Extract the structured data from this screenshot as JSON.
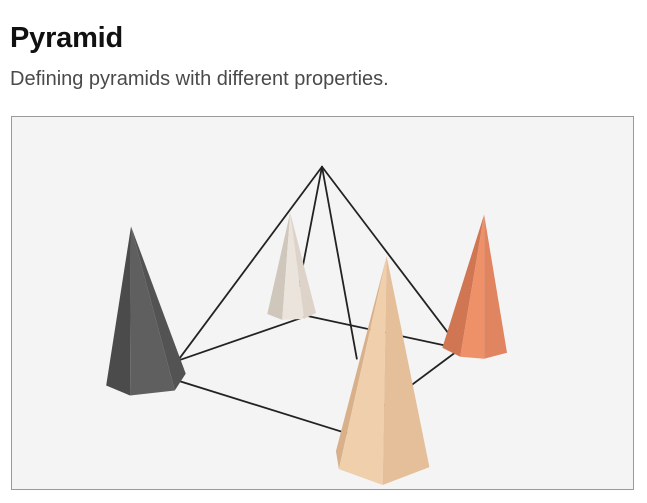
{
  "header": {
    "title": "Pyramid",
    "subtitle": "Defining pyramids with different properties."
  },
  "scene": {
    "background_color": "#f4f4f4",
    "wireframe_color": "#222222",
    "pyramids": [
      {
        "name": "dark-gray",
        "color": "#5a5a5a"
      },
      {
        "name": "off-white",
        "color": "#e6ddd3"
      },
      {
        "name": "orange",
        "color": "#ee8a5f"
      },
      {
        "name": "peach",
        "color": "#ecc8a2"
      }
    ]
  }
}
